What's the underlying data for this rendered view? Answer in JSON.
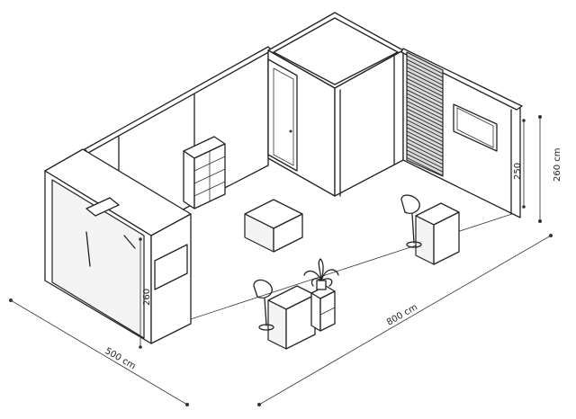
{
  "dimensions": {
    "width": "500 cm",
    "length": "800 cm",
    "height_outer": "260 cm",
    "height_inner": "250",
    "height_counter": "260"
  },
  "icons": {
    "booth": "exhibition-booth-isometric",
    "plant": "potted-plant-icon",
    "stool": "bar-stool-icon"
  }
}
